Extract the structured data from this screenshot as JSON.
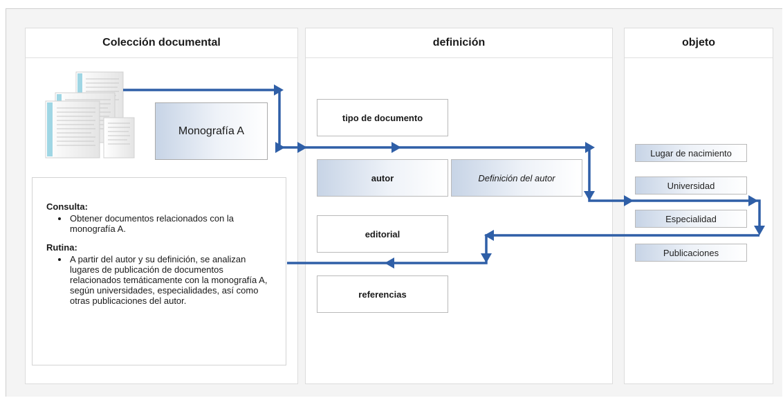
{
  "columns": {
    "coleccion": "Colección documental",
    "definicion": "definición",
    "objeto": "objeto"
  },
  "document": {
    "icon": "document-stack-icon",
    "label": "Monografía A"
  },
  "definicion_boxes": {
    "tipo": "tipo de documento",
    "autor": "autor",
    "autor_def": "Definición del autor",
    "editorial": "editorial",
    "referencias": "referencias"
  },
  "objeto_items": [
    "Lugar de nacimiento",
    "Universidad",
    "Especialidad",
    "Publicaciones"
  ],
  "query": {
    "consulta_title": "Consulta:",
    "consulta_items": [
      "Obtener documentos relacionados con la monografía A."
    ],
    "rutina_title": "Rutina:",
    "rutina_items": [
      "A partir del autor y su definición, se analizan lugares de publicación de documentos relacionados temáticamente con la monografía A, según universidades, especialidades, así como otras publicaciones del autor."
    ]
  },
  "colors": {
    "arrow": "#2f5fa7",
    "gradient_start": "#c7d4e6",
    "border": "#b9b9b9"
  }
}
